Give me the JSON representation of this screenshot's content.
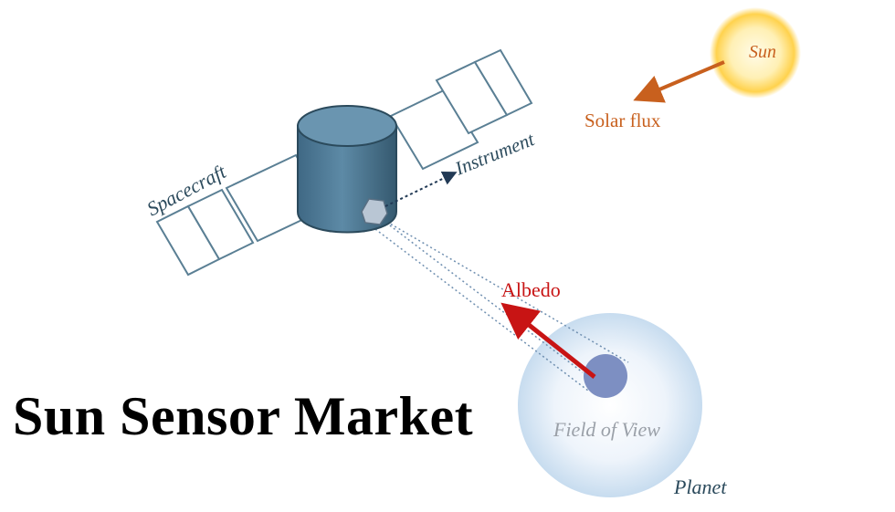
{
  "title": "Sun Sensor Market",
  "labels": {
    "sun": "Sun",
    "solar_flux": "Solar flux",
    "instrument": "Instrument",
    "spacecraft": "Spacecraft",
    "albedo": "Albedo",
    "field_of_view": "Field of View",
    "planet": "Planet"
  },
  "colors": {
    "solar": "#c8601e",
    "albedo": "#c81414",
    "spacecraft_body": "#4f7c99",
    "panel_stroke": "#5a7f94",
    "text_dark": "#2b4a5c",
    "planet_edge": "#c7dcef",
    "fov_spot": "#7d8fc2"
  }
}
